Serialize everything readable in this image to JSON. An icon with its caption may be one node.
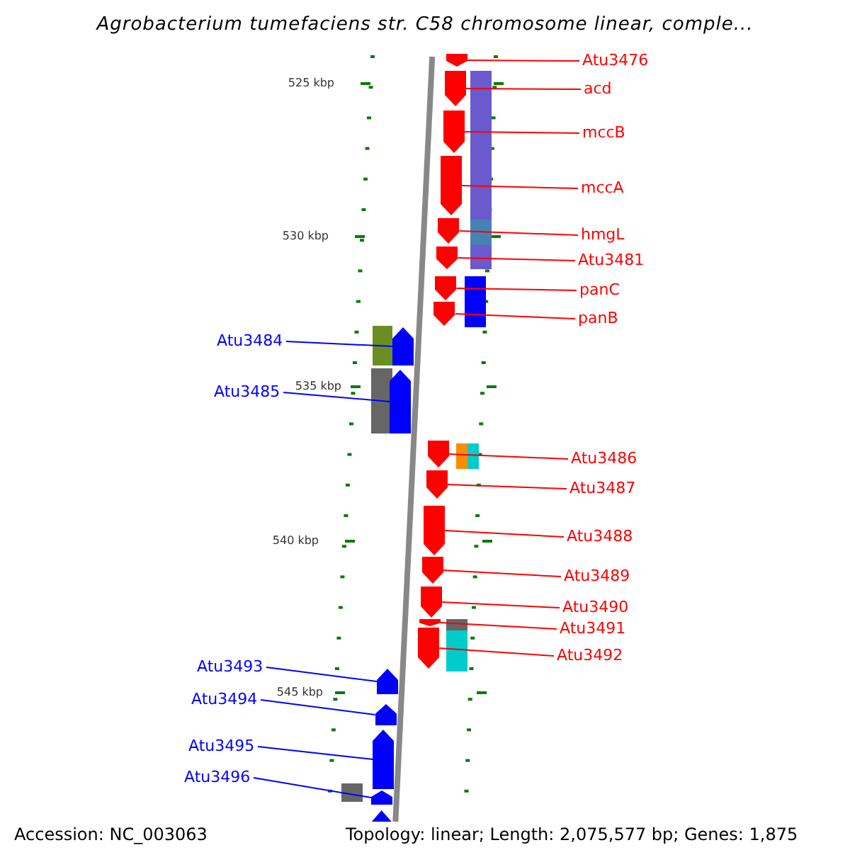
{
  "diagram": {
    "title": "Agrobacterium tumefaciens str. C58 chromosome linear, comple...",
    "nodes": [
      {
        "text": [
          "Atu3476"
        ]
      },
      {
        "text": [
          "acd"
        ]
      },
      {
        "text": [
          "mccB"
        ]
      },
      {
        "text": [
          "mccA"
        ]
      },
      {
        "text": [
          "hmgL"
        ]
      },
      {
        "text": [
          "Atu3481"
        ]
      },
      {
        "text": [
          "panC"
        ]
      },
      {
        "text": [
          "panB"
        ]
      },
      {
        "text": [
          "Atu3484"
        ]
      },
      {
        "text": [
          "Atu3485"
        ]
      },
      {
        "text": [
          "Atu3486"
        ]
      },
      {
        "text": [
          "Atu3487"
        ]
      },
      {
        "text": [
          "Atu3488"
        ]
      },
      {
        "text": [
          "Atu3489"
        ]
      },
      {
        "text": [
          "Atu3490"
        ]
      },
      {
        "text": [
          "Atu3491"
        ]
      },
      {
        "text": [
          "Atu3492"
        ]
      },
      {
        "text": [
          "Atu3493"
        ]
      },
      {
        "text": [
          "Atu3494"
        ]
      },
      {
        "text": [
          "Atu3495"
        ]
      },
      {
        "text": [
          "Atu3496"
        ]
      },
      {
        "text": [],
        "shape": "arrow"
      },
      {
        "text": [],
        "shape": "arrow"
      },
      {
        "text": [],
        "shape": "arrow"
      },
      {
        "text": [],
        "shape": "arrow"
      },
      {
        "text": [],
        "shape": "arrow"
      },
      {
        "text": [],
        "shape": "arrow"
      },
      {
        "text": [],
        "shape": "arrow"
      },
      {
        "text": [],
        "shape": "arrow"
      },
      {
        "text": [],
        "shape": "arrow"
      },
      {
        "text": [],
        "shape": "arrow"
      },
      {
        "text": [],
        "shape": "arrow"
      },
      {
        "text": [],
        "shape": "arrow"
      },
      {
        "text": [],
        "shape": "arrow"
      },
      {
        "text": [],
        "shape": "arrow"
      },
      {
        "text": [],
        "shape": "arrow"
      },
      {
        "text": [],
        "shape": "arrow"
      },
      {
        "text": [],
        "shape": "arrow"
      },
      {
        "text": [],
        "shape": "arrow"
      },
      {
        "text": [],
        "shape": "arrow"
      },
      {
        "text": [],
        "shape": "arrow"
      },
      {
        "text": [],
        "shape": "arrow"
      }
    ],
    "edges": [
      {
        "from": 0,
        "to": 21,
        "arrow": "none"
      },
      {
        "from": 1,
        "to": 22,
        "arrow": "none"
      },
      {
        "from": 2,
        "to": 23,
        "arrow": "none"
      },
      {
        "from": 3,
        "to": 24,
        "arrow": "none"
      },
      {
        "from": 4,
        "to": 25,
        "arrow": "none"
      },
      {
        "from": 5,
        "to": 26,
        "arrow": "none"
      },
      {
        "from": 6,
        "to": 27,
        "arrow": "none"
      },
      {
        "from": 7,
        "to": 28,
        "arrow": "none"
      },
      {
        "from": 8,
        "to": 29,
        "arrow": "none",
        "color": "#0000ff"
      },
      {
        "from": 9,
        "to": 30,
        "arrow": "none",
        "color": "#0000ff"
      },
      {
        "from": 10,
        "to": 31,
        "arrow": "none"
      },
      {
        "from": 11,
        "to": 32,
        "arrow": "none"
      },
      {
        "from": 12,
        "to": 33,
        "arrow": "none"
      },
      {
        "from": 13,
        "to": 34,
        "arrow": "none"
      },
      {
        "from": 14,
        "to": 35,
        "arrow": "none"
      },
      {
        "from": 15,
        "to": 36,
        "arrow": "none"
      },
      {
        "from": 16,
        "to": 37,
        "arrow": "none"
      },
      {
        "from": 17,
        "to": 38,
        "arrow": "none",
        "color": "#0000ff"
      },
      {
        "from": 18,
        "to": 39,
        "arrow": "none",
        "color": "#0000ff"
      },
      {
        "from": 19,
        "to": 40,
        "arrow": "none",
        "color": "#0000ff"
      },
      {
        "from": 20,
        "to": 41,
        "arrow": "none",
        "color": "#0000ff"
      }
    ],
    "labels": [
      "525 kbp",
      "530 kbp",
      "535 kbp",
      "540 kbp",
      "545 kbp",
      "Accession: NC_003063",
      "Topology: linear; Length: 2,075,577 bp; Genes: 1,875"
    ]
  }
}
